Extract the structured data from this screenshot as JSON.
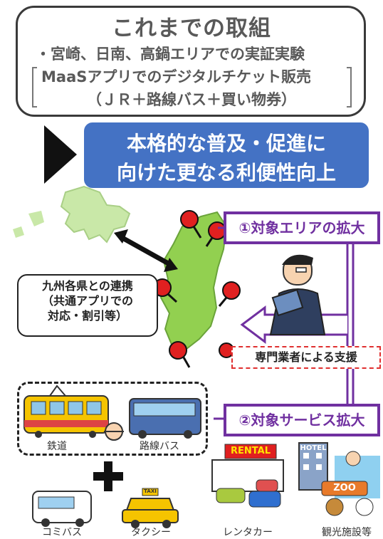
{
  "top_box": {
    "title": "これまでの取組",
    "line1": "・宮崎、日南、高鍋エリアでの実証実験",
    "line2": "MaaSアプリでのデジタルチケット販売",
    "line3": "（ＪＲ＋路線バス＋買い物券）"
  },
  "goal": {
    "line1": "本格的な普及・促進に",
    "line2": "向けた更なる利便性向上"
  },
  "area_label": "①対象エリアの拡大",
  "service_label": "②対象サービス拡大",
  "cooperation": {
    "line1": "九州各県との連携",
    "line2": "（共通アプリでの",
    "line3": "対応・割引等）"
  },
  "support": "専門業者による支援",
  "rail_caption": "鉄道",
  "bus_caption": "路線バス",
  "rental_sign": "RENTAL",
  "hotel_sign": "HOTEL",
  "zoo_sign": "ZOO",
  "taxi_sign": "TAXI",
  "bottom_captions": {
    "community_bus": "コミバス",
    "taxi": "タクシー",
    "rental_car": "レンタカー",
    "tourism": "観光施設等"
  },
  "colors": {
    "accent_blue": "#4472c4",
    "purple": "#7030a0",
    "map_green": "#92d050",
    "pin_red": "#e02020"
  }
}
